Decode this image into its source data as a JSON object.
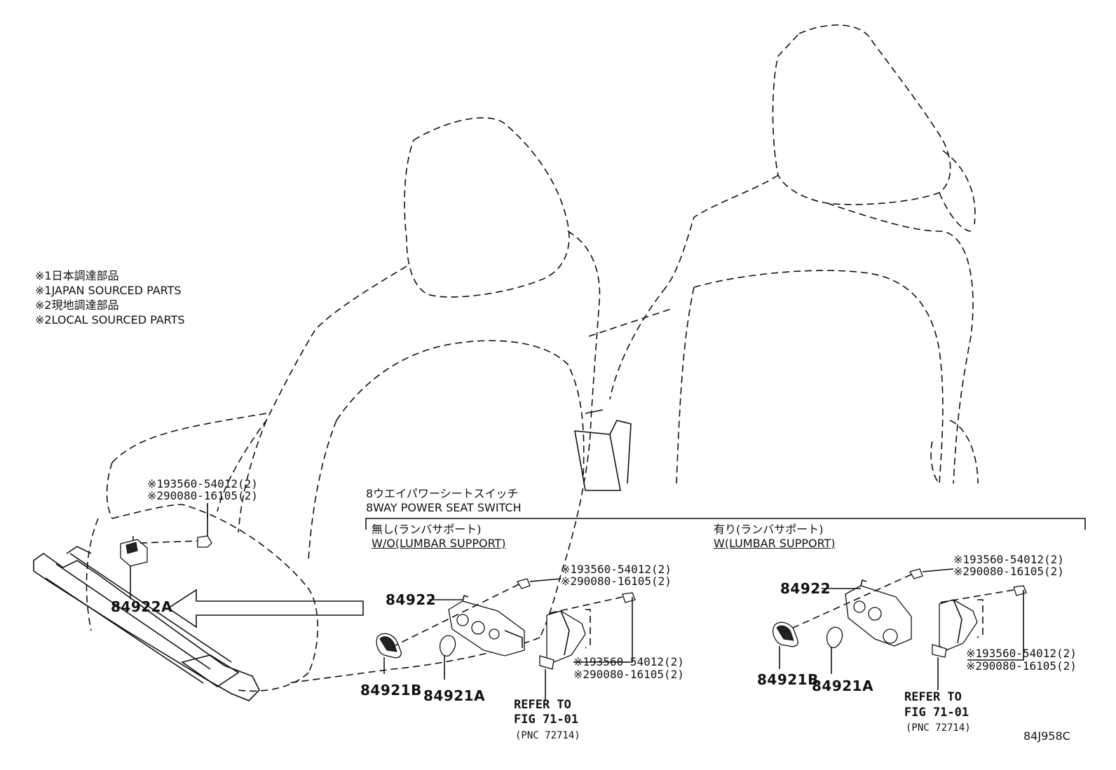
{
  "legend": {
    "line1": "※1日本調達部品",
    "line2": "※1JAPAN SOURCED PARTS",
    "line3": "※2現地調達部品",
    "line4": "※2LOCAL SOURCED PARTS"
  },
  "left_seat": {
    "screw_pn1": "※193560-54012(2)",
    "screw_pn2": "※290080-16105(2)",
    "switch_label": "84922A"
  },
  "switch_box": {
    "title_jp": "8ウエイパワーシートスイッチ",
    "title_en": "8WAY POWER SEAT SWITCH"
  },
  "without_lumbar": {
    "heading_jp": "無し(ランバサポート)",
    "heading_en": "W/O(LUMBAR SUPPORT)",
    "top_screw_pn1": "※193560-54012(2)",
    "top_screw_pn2": "※290080-16105(2)",
    "side_screw_pn1": "※193560-54012(2)",
    "side_screw_pn2": "※290080-16105(2)",
    "switch_label": "84922",
    "knob_b_label": "84921B",
    "knob_a_label": "84921A",
    "refer_line1": "REFER TO",
    "refer_line2": "FIG 71-01",
    "refer_line3": "(PNC 72714)"
  },
  "with_lumbar": {
    "heading_jp": "有り(ランバサポート)",
    "heading_en": "W(LUMBAR SUPPORT)",
    "top_screw_pn1": "※193560-54012(2)",
    "top_screw_pn2": "※290080-16105(2)",
    "side_screw_pn1": "※193560-54012(2)",
    "side_screw_pn2": "※290080-16105(2)",
    "switch_label": "84922",
    "knob_b_label": "84921B",
    "knob_a_label": "84921A",
    "refer_line1": "REFER TO",
    "refer_line2": "FIG 71-01",
    "refer_line3": "(PNC 72714)"
  },
  "figure_code": "84J958C"
}
